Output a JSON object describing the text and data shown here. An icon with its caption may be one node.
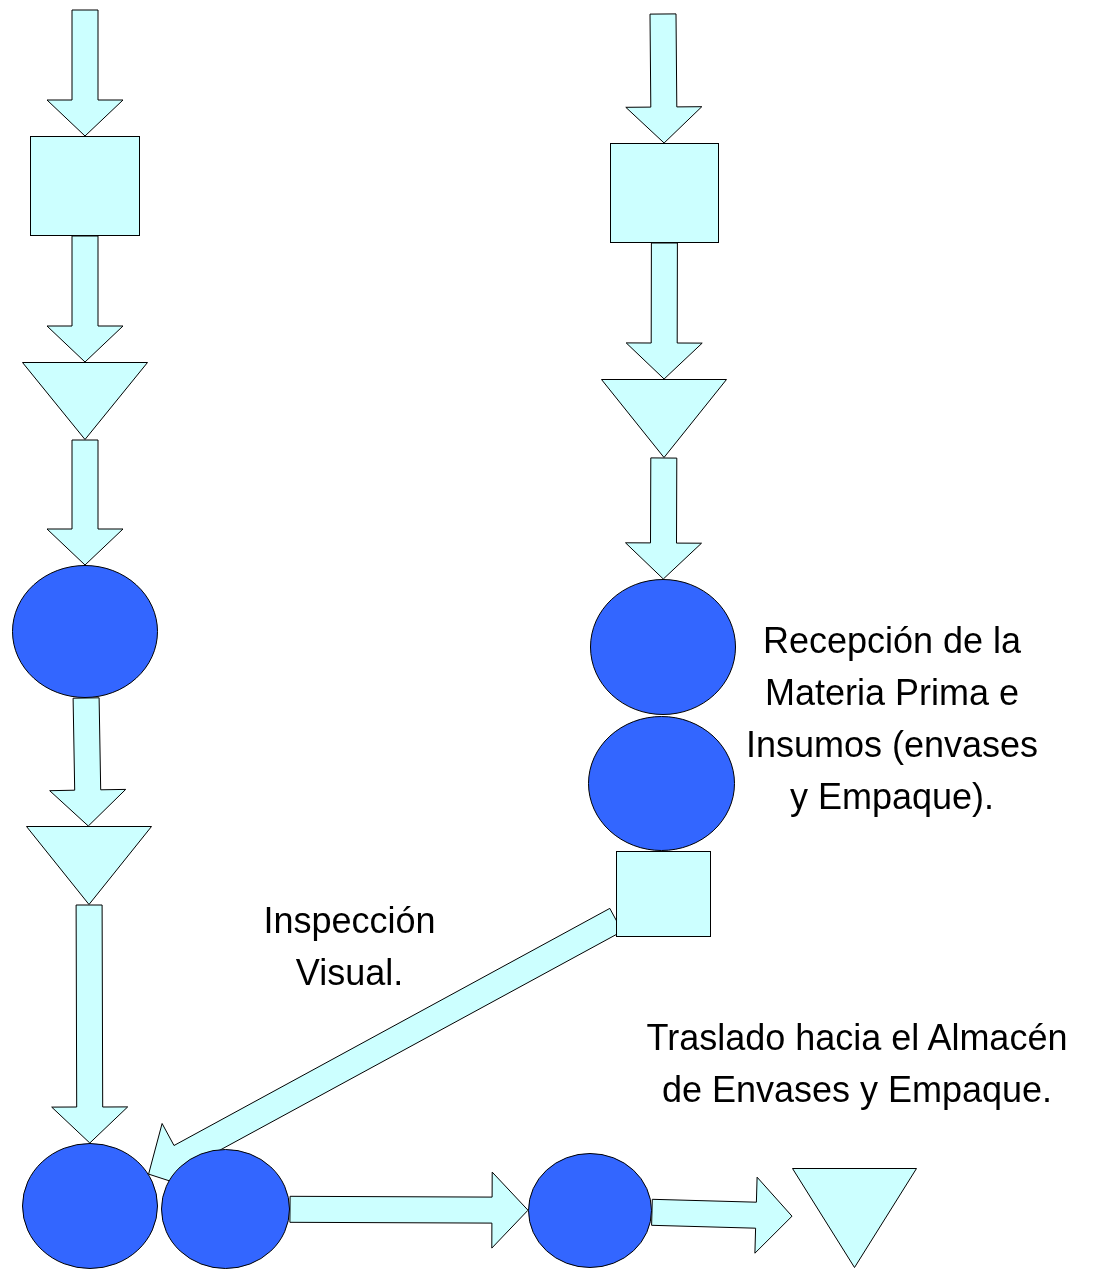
{
  "diagram": {
    "nodes": [
      {
        "text": [],
        "shape": "box"
      },
      {
        "text": [],
        "shape": "triangle"
      },
      {
        "text": [],
        "shape": "circle"
      },
      {
        "text": [],
        "shape": "triangle"
      },
      {
        "text": [],
        "shape": "box"
      },
      {
        "text": [],
        "shape": "triangle"
      },
      {
        "text": [],
        "shape": "circle"
      },
      {
        "text": [],
        "shape": "circle"
      },
      {
        "text": [],
        "shape": "box"
      },
      {
        "text": [],
        "shape": "circle"
      },
      {
        "text": [],
        "shape": "circle"
      },
      {
        "text": [],
        "shape": "circle"
      },
      {
        "text": [],
        "shape": "triangle"
      }
    ],
    "edges": [
      {
        "from": null,
        "to": 0,
        "arrow": "to"
      },
      {
        "from": 0,
        "to": 1,
        "arrow": "to"
      },
      {
        "from": 1,
        "to": 2,
        "arrow": "to"
      },
      {
        "from": 2,
        "to": 3,
        "arrow": "to"
      },
      {
        "from": 3,
        "to": 9,
        "arrow": "to"
      },
      {
        "from": null,
        "to": 4,
        "arrow": "to"
      },
      {
        "from": 4,
        "to": 5,
        "arrow": "to"
      },
      {
        "from": 5,
        "to": 6,
        "arrow": "to"
      },
      {
        "from": 8,
        "to": 9,
        "arrow": "to"
      },
      {
        "from": 10,
        "to": 11,
        "arrow": "to"
      },
      {
        "from": 11,
        "to": 12,
        "arrow": "to"
      }
    ],
    "labels": [
      "Recepción de la Materia Prima e Insumos (envases y Empaque).",
      "Inspección Visual.",
      "Traslado  hacia el Almacén de Envases y Empaque."
    ]
  }
}
